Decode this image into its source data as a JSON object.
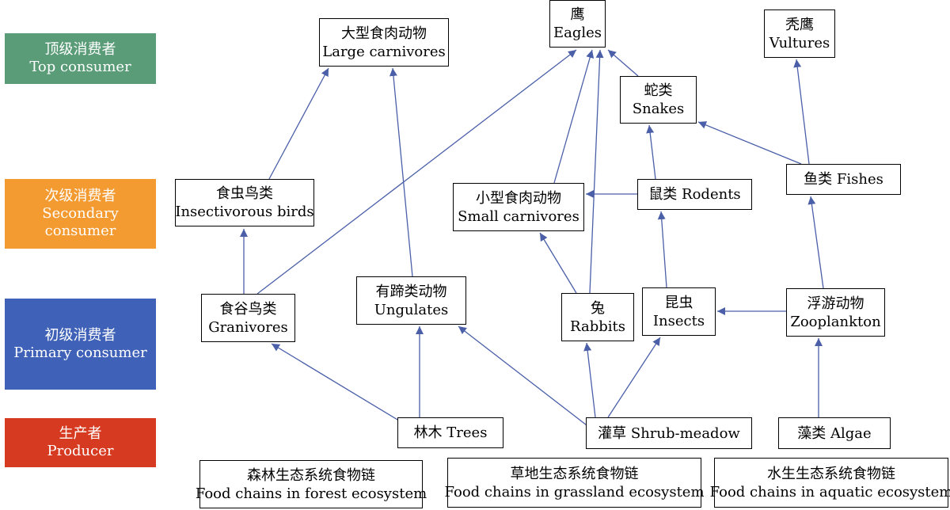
{
  "levels": [
    {
      "id": "top",
      "zh": "顶级消费者",
      "en": "Top consumer",
      "color": "#5a9c78"
    },
    {
      "id": "secondary",
      "zh": "次级消费者",
      "en": "Secondary consumer",
      "color": "#f39a30"
    },
    {
      "id": "primary",
      "zh": "初级消费者",
      "en": "Primary consumer",
      "color": "#3f62b8"
    },
    {
      "id": "producer",
      "zh": "生产者",
      "en": "Producer",
      "color": "#d63a20"
    }
  ],
  "nodes": {
    "large_carnivores": {
      "zh": "大型食肉动物",
      "en": "Large carnivores"
    },
    "eagles": {
      "zh": "鹰",
      "en": "Eagles"
    },
    "vultures": {
      "zh": "秃鹰",
      "en": "Vultures"
    },
    "snakes": {
      "zh": "蛇类",
      "en": "Snakes"
    },
    "insectivorous_birds": {
      "zh": "食虫鸟类",
      "en": "Insectivorous birds"
    },
    "small_carnivores": {
      "zh": "小型食肉动物",
      "en": "Small carnivores"
    },
    "rodents": {
      "label": "鼠类 Rodents"
    },
    "fishes": {
      "label": "鱼类 Fishes"
    },
    "granivores": {
      "zh": "食谷鸟类",
      "en": "Granivores"
    },
    "ungulates": {
      "zh": "有蹄类动物",
      "en": "Ungulates"
    },
    "rabbits": {
      "zh": "兔",
      "en": "Rabbits"
    },
    "insects": {
      "zh": "昆虫",
      "en": "Insects"
    },
    "zooplankton": {
      "zh": "浮游动物",
      "en": "Zooplankton"
    },
    "trees": {
      "label": "林木 Trees"
    },
    "shrub_meadow": {
      "label": "灌草 Shrub-meadow"
    },
    "algae": {
      "label": "藻类 Algae"
    }
  },
  "legend": [
    {
      "zh": "森林生态系统食物链",
      "en": "Food chains in forest ecosystem"
    },
    {
      "zh": "草地生态系统食物链",
      "en": "Food chains in grassland ecosystem"
    },
    {
      "zh": "水生生态系统食物链",
      "en": "Food chains in aquatic ecosystem"
    }
  ],
  "edges": [
    [
      "granivores",
      "insectivorous_birds"
    ],
    [
      "insectivorous_birds",
      "large_carnivores"
    ],
    [
      "ungulates",
      "large_carnivores"
    ],
    [
      "granivores",
      "eagles"
    ],
    [
      "small_carnivores",
      "eagles"
    ],
    [
      "rabbits",
      "eagles"
    ],
    [
      "snakes",
      "eagles"
    ],
    [
      "rodents",
      "snakes"
    ],
    [
      "fishes",
      "snakes"
    ],
    [
      "fishes",
      "vultures"
    ],
    [
      "rodents",
      "small_carnivores"
    ],
    [
      "rabbits",
      "small_carnivores"
    ],
    [
      "insects",
      "rodents"
    ],
    [
      "zooplankton",
      "fishes"
    ],
    [
      "zooplankton",
      "insects"
    ],
    [
      "trees",
      "granivores"
    ],
    [
      "trees",
      "ungulates"
    ],
    [
      "shrub_meadow",
      "ungulates"
    ],
    [
      "shrub_meadow",
      "rabbits"
    ],
    [
      "shrub_meadow",
      "insects"
    ],
    [
      "algae",
      "zooplankton"
    ]
  ],
  "edge_color": "#4a5fa8"
}
